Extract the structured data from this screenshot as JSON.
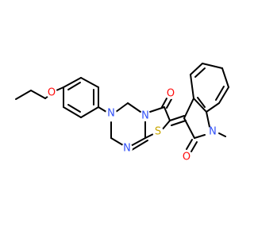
{
  "molecule": {
    "atoms": {
      "o_ether": {
        "label": "O",
        "color": "#ff0d0d"
      },
      "n_triazine_top": {
        "label": "N",
        "color": "#3050f8"
      },
      "n_fused": {
        "label": "N",
        "color": "#3050f8"
      },
      "n_triazine_bottom": {
        "label": "N",
        "color": "#3050f8"
      },
      "s_thiazole": {
        "label": "S",
        "color": "#c9a700"
      },
      "o_ketone": {
        "label": "O",
        "color": "#ff0d0d"
      },
      "n_indole": {
        "label": "N",
        "color": "#3050f8"
      },
      "o_lactam": {
        "label": "O",
        "color": "#ff0d0d"
      }
    }
  }
}
